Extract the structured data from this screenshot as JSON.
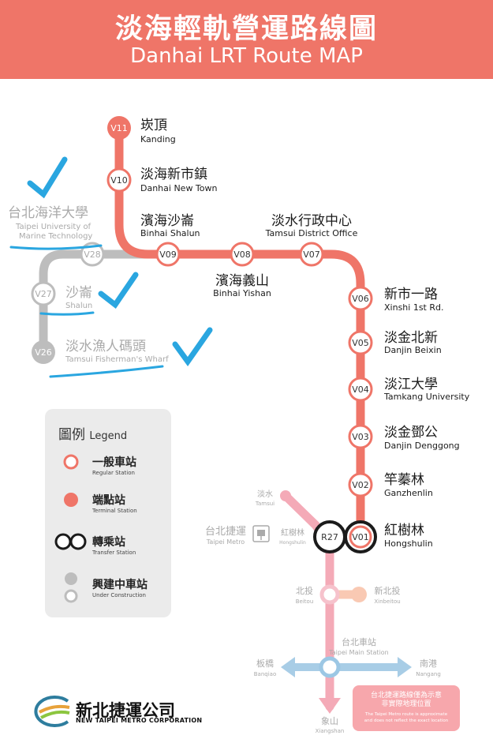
{
  "header": {
    "title_zh": "淡海輕軌營運路線圖",
    "title_en": "Danhai LRT Route MAP"
  },
  "stations": {
    "v11": {
      "code": "V11",
      "zh": "崁頂",
      "en": "Kanding"
    },
    "v10": {
      "code": "V10",
      "zh": "淡海新市鎮",
      "en": "Danhai New Town"
    },
    "v09": {
      "code": "V09",
      "zh": "濱海沙崙",
      "en": "Binhai Shalun"
    },
    "v08": {
      "code": "V08",
      "zh": "濱海義山",
      "en": "Binhai Yishan"
    },
    "v07": {
      "code": "V07",
      "zh": "淡水行政中心",
      "en": "Tamsui District Office"
    },
    "v06": {
      "code": "V06",
      "zh": "新市一路",
      "en": "Xinshi 1st Rd."
    },
    "v05": {
      "code": "V05",
      "zh": "淡金北新",
      "en": "Danjin Beixin"
    },
    "v04": {
      "code": "V04",
      "zh": "淡江大學",
      "en": "Tamkang University"
    },
    "v03": {
      "code": "V03",
      "zh": "淡金鄧公",
      "en": "Danjin Denggong"
    },
    "v02": {
      "code": "V02",
      "zh": "竿蓁林",
      "en": "Ganzhenlin"
    },
    "v01": {
      "code": "V01",
      "zh": "紅樹林",
      "en": "Hongshulin"
    },
    "v28": {
      "code": "V28",
      "zh": "台北海洋大學",
      "en1": "Taipei University of",
      "en2": "Marine Technology"
    },
    "v27": {
      "code": "V27",
      "zh": "沙崙",
      "en": "Shalun"
    },
    "v26": {
      "code": "V26",
      "zh": "淡水漁人碼頭",
      "en": "Tamsui Fisherman's Wharf"
    }
  },
  "metro": {
    "r27": {
      "code": "R27",
      "zh": "紅樹林",
      "en": "Hongshulin"
    },
    "taipei_metro": {
      "zh": "台北捷運",
      "en": "Taipei Metro"
    },
    "tamsui": {
      "zh": "淡水",
      "en": "Tamsui"
    },
    "beitou": {
      "zh": "北投",
      "en": "Beitou"
    },
    "xinbeitou": {
      "zh": "新北投",
      "en": "Xinbeitou"
    },
    "main": {
      "zh": "台北車站",
      "en": "Taipei Main Station"
    },
    "banqiao": {
      "zh": "板橋",
      "en": "Banqiao"
    },
    "nangang": {
      "zh": "南港",
      "en": "Nangang"
    },
    "xiangshan": {
      "zh": "象山",
      "en": "Xiangshan"
    }
  },
  "legend": {
    "title_zh": "圖例",
    "title_en": "Legend",
    "items": [
      {
        "zh": "一般車站",
        "en": "Regular Station"
      },
      {
        "zh": "端點站",
        "en": "Terminal Station"
      },
      {
        "zh": "轉乘站",
        "en": "Transfer Station"
      },
      {
        "zh": "興建中車站",
        "en": "Under Construction"
      }
    ]
  },
  "company": {
    "zh": "新北捷運公司",
    "en": "NEW TAIPEI METRO CORPORATION"
  },
  "note": {
    "zh1": "台北捷運路線僅為示意",
    "zh2": "非實際地理位置",
    "en1": "The Taipei Metro route is approximate",
    "en2": "and does not reflect the exact location"
  },
  "colors": {
    "lrt": "#ef7568",
    "grey": "#bdbdbd",
    "metro_red": "#f4aab7",
    "metro_blue": "#a8cde6",
    "metro_orange": "#f9c9b3",
    "ink": "#1b1b1b",
    "handwriting": "#2aa6e0"
  }
}
